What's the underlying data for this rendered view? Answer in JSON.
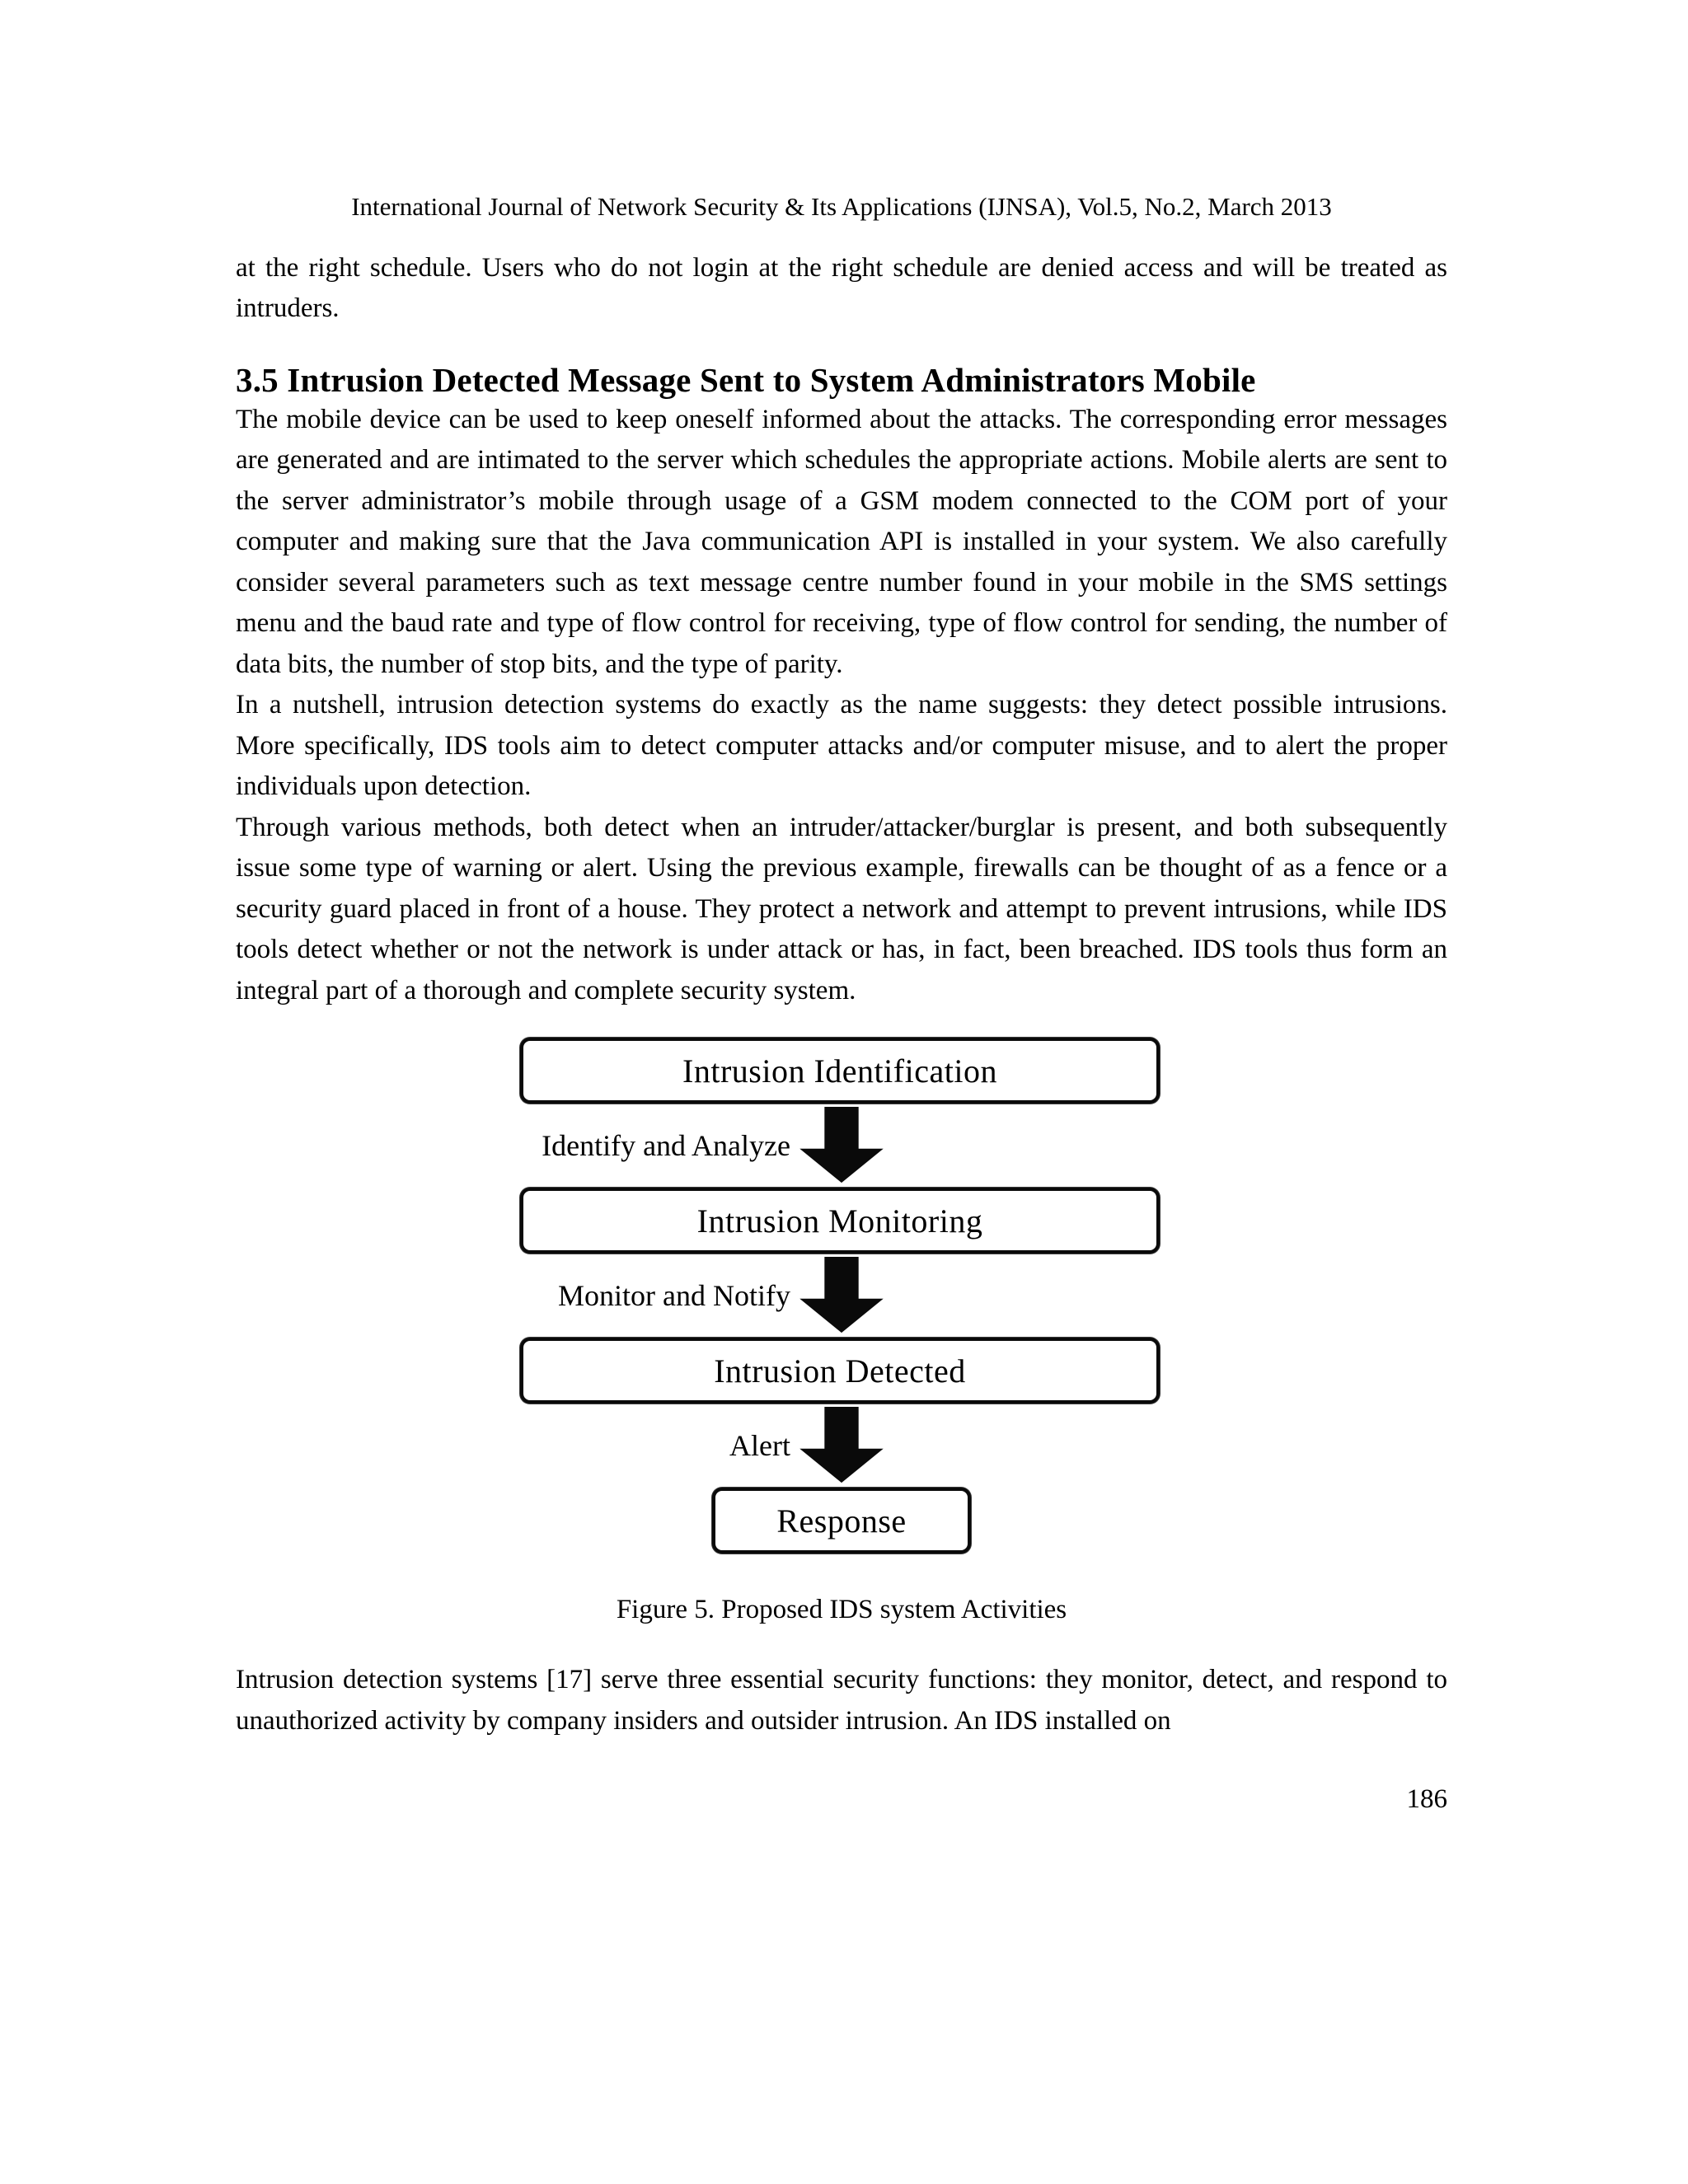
{
  "header": {
    "text": "International Journal of Network Security & Its Applications (IJNSA), Vol.5, No.2, March 2013"
  },
  "content": {
    "section_heading": "3.5 Intrusion Detected Message Sent to System Administrators Mobile",
    "paragraphs": [
      "at the right schedule. Users who do not login at the right schedule are denied access and will be treated as intruders.",
      "The mobile device can be used to keep oneself informed about the attacks. The corresponding error messages are generated and are intimated to the server which schedules the appropriate actions. Mobile alerts are sent to the server administrator’s mobile through usage of a GSM modem connected to the COM port of your computer and making sure that the Java communication API is installed in your system. We also carefully consider several parameters such as text message centre number found in your mobile in the SMS settings menu and the baud rate and type of flow control for receiving, type of flow control for sending, the number of data bits, the number of stop bits, and the type of parity.",
      "In a nutshell, intrusion detection systems do exactly as the name suggests: they detect possible intrusions. More specifically, IDS tools aim to detect computer attacks and/or computer misuse, and to alert the proper individuals upon detection.",
      "Through various methods, both detect when an intruder/attacker/burglar is present, and both subsequently issue some type of warning or alert. Using the previous example, firewalls can be thought of as a fence or a security guard placed in front of a house. They protect a network and attempt to prevent intrusions, while IDS tools detect whether or not the network is under attack or has, in fact, been breached. IDS tools thus form an integral part of a thorough and complete security system.",
      "Intrusion detection systems [17] serve three essential security functions: they monitor, detect, and respond to unauthorized activity by company insiders and outsider intrusion. An IDS installed on"
    ]
  },
  "figure": {
    "boxes": [
      "Intrusion Identification",
      "Intrusion Monitoring",
      "Intrusion Detected",
      "Response"
    ],
    "arrow_labels": [
      "Identify and Analyze",
      "Monitor and Notify",
      "Alert"
    ],
    "caption": "Figure 5. Proposed IDS system Activities"
  },
  "page_number": "186"
}
